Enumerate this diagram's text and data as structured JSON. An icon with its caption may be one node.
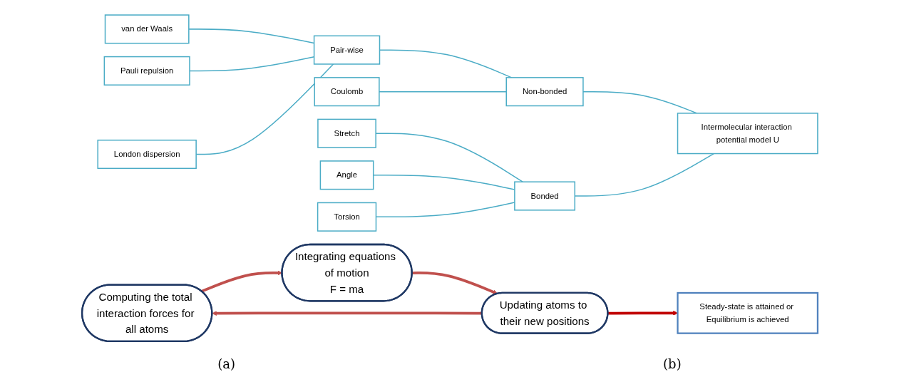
{
  "diagram": {
    "nodes": [
      {
        "text": [
          "van der Waals"
        ]
      },
      {
        "text": [
          "Pauli repulsion"
        ]
      },
      {
        "text": [
          "London dispersion"
        ]
      },
      {
        "text": [
          "Pair-wise"
        ]
      },
      {
        "text": [
          "Coulomb"
        ]
      },
      {
        "text": [
          "Non-bonded"
        ]
      },
      {
        "text": [
          "Stretch"
        ]
      },
      {
        "text": [
          "Angle"
        ]
      },
      {
        "text": [
          "Torsion"
        ]
      },
      {
        "text": [
          "Bonded"
        ]
      },
      {
        "text": [
          "Intermolecular interaction potential model U"
        ]
      },
      {
        "text": [
          "Computing the total interaction forces for all atoms"
        ]
      },
      {
        "text": [
          "Integrating equations of motion",
          "F = ma"
        ]
      },
      {
        "text": [
          "Updating atoms to their new positions"
        ]
      },
      {
        "text": [
          "Steady-state is attained or Equilibrium is achieved"
        ]
      }
    ],
    "edges": [
      {
        "from": 0,
        "to": 3,
        "arrow": "none"
      },
      {
        "from": 1,
        "to": 3,
        "arrow": "none"
      },
      {
        "from": 2,
        "to": 3,
        "arrow": "none"
      },
      {
        "from": 3,
        "to": 5,
        "arrow": "none"
      },
      {
        "from": 4,
        "to": 5,
        "arrow": "none"
      },
      {
        "from": 6,
        "to": 9,
        "arrow": "none"
      },
      {
        "from": 7,
        "to": 9,
        "arrow": "none"
      },
      {
        "from": 8,
        "to": 9,
        "arrow": "none"
      },
      {
        "from": 5,
        "to": 10,
        "arrow": "none"
      },
      {
        "from": 9,
        "to": 10,
        "arrow": "none"
      },
      {
        "from": 11,
        "to": 12,
        "arrow": "to",
        "style": "thick",
        "color": "#c0504d"
      },
      {
        "from": 12,
        "to": 13,
        "arrow": "to",
        "style": "thick",
        "color": "#c0504d"
      },
      {
        "from": 13,
        "to": 11,
        "arrow": "to",
        "style": "thick",
        "color": "#c0504d"
      },
      {
        "from": 13,
        "to": 14,
        "arrow": "to",
        "style": "thick",
        "color": "#c00000"
      }
    ],
    "labels": [
      "(a)",
      "(b)"
    ]
  }
}
